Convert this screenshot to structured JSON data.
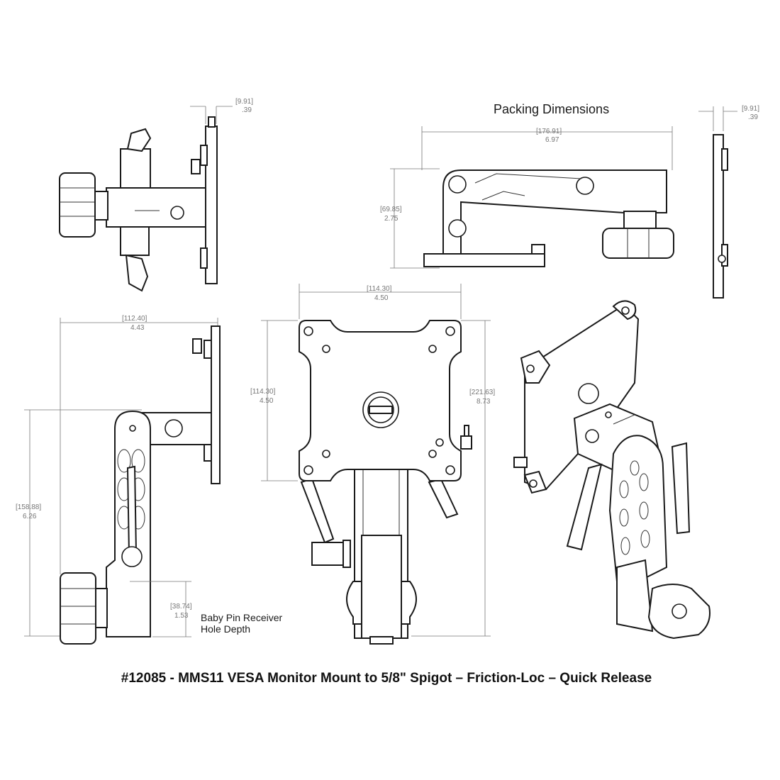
{
  "title": "#12085 - MMS11 VESA Monitor Mount to 5/8\" Spigot – Friction-Loc – Quick Release",
  "packing_heading": "Packing Dimensions",
  "note": {
    "line1": "Baby Pin Receiver",
    "line2": "Hole Depth"
  },
  "dimensions": {
    "top_left_thickness": {
      "mm": "[9.91]",
      "in": ".39"
    },
    "packing_width": {
      "mm": "[176.91]",
      "in": "6.97"
    },
    "packing_height": {
      "mm": "[69.85]",
      "in": "2.75"
    },
    "packing_thickness": {
      "mm": "[9.91]",
      "in": ".39"
    },
    "vesa_width": {
      "mm": "[114.30]",
      "in": "4.50"
    },
    "vesa_height": {
      "mm": "[114.30]",
      "in": "4.50"
    },
    "overall_height": {
      "mm": "[221.63]",
      "in": "8.73"
    },
    "side_width": {
      "mm": "[112.40]",
      "in": "4.43"
    },
    "side_height": {
      "mm": "[158.88]",
      "in": "6.26"
    },
    "hole_depth": {
      "mm": "[38.74]",
      "in": "1.53"
    }
  },
  "colors": {
    "line": "#1a1a1a",
    "dimension": "#777777",
    "background": "#ffffff"
  }
}
